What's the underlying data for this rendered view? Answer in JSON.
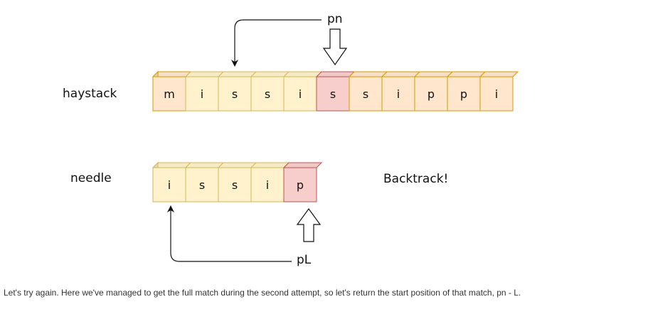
{
  "labels": {
    "haystack": "haystack",
    "needle": "needle",
    "pn": "pn",
    "pL": "pL",
    "status": "Backtrack!"
  },
  "haystack": {
    "cells": [
      {
        "char": "m",
        "state": "outside"
      },
      {
        "char": "i",
        "state": "window"
      },
      {
        "char": "s",
        "state": "window"
      },
      {
        "char": "s",
        "state": "window"
      },
      {
        "char": "i",
        "state": "window"
      },
      {
        "char": "s",
        "state": "current"
      },
      {
        "char": "s",
        "state": "outside"
      },
      {
        "char": "i",
        "state": "outside"
      },
      {
        "char": "p",
        "state": "outside"
      },
      {
        "char": "p",
        "state": "outside"
      },
      {
        "char": "i",
        "state": "outside"
      }
    ],
    "pointer_index": 5,
    "backtrack_target_index": 2
  },
  "needle": {
    "cells": [
      {
        "char": "i",
        "state": "window"
      },
      {
        "char": "s",
        "state": "window"
      },
      {
        "char": "s",
        "state": "window"
      },
      {
        "char": "i",
        "state": "window"
      },
      {
        "char": "p",
        "state": "current"
      }
    ],
    "pointer_index": 4,
    "backtrack_target_index": 0
  },
  "colors": {
    "outside": "#ffe6cc",
    "outside_stroke": "#d79b00",
    "window": "#fff2cc",
    "window_stroke": "#d6b656",
    "current": "#f8cecc",
    "current_stroke": "#b85450"
  },
  "caption": "Let's try again. Here we've managed to get the full match during the second attempt, so let's return the start position of that match, pn - L."
}
